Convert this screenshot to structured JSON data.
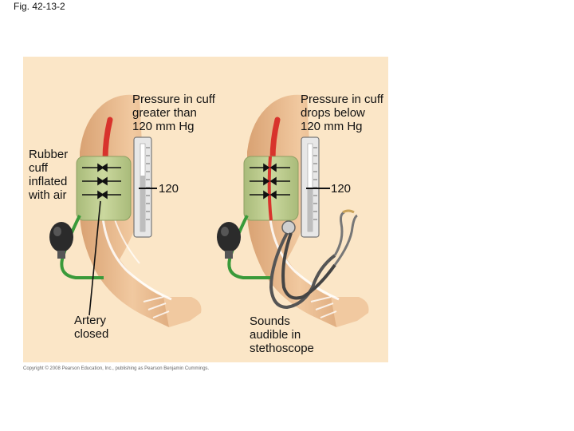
{
  "figure_label": "Fig. 42-13-2",
  "labels": {
    "cuff": "Rubber\ncuff\ninflated\nwith air",
    "left_title": "Pressure in cuff\ngreater than\n120 mm Hg",
    "right_title": "Pressure in cuff\ndrops below\n120 mm Hg",
    "artery": "Artery\nclosed",
    "sounds": "Sounds\naudible in\nstethoscope"
  },
  "readings": {
    "left": "120",
    "right": "120"
  },
  "copyright": "Copyright © 2008 Pearson Education, Inc., publishing as Pearson Benjamin Cummings.",
  "colors": {
    "background_panel": "#fbe6c7",
    "skin": "#e9b98c",
    "cuff": "#b9c98c",
    "artery": "#d8332c",
    "tube": "#3a9a3a",
    "bulb": "#2b2b2b"
  }
}
